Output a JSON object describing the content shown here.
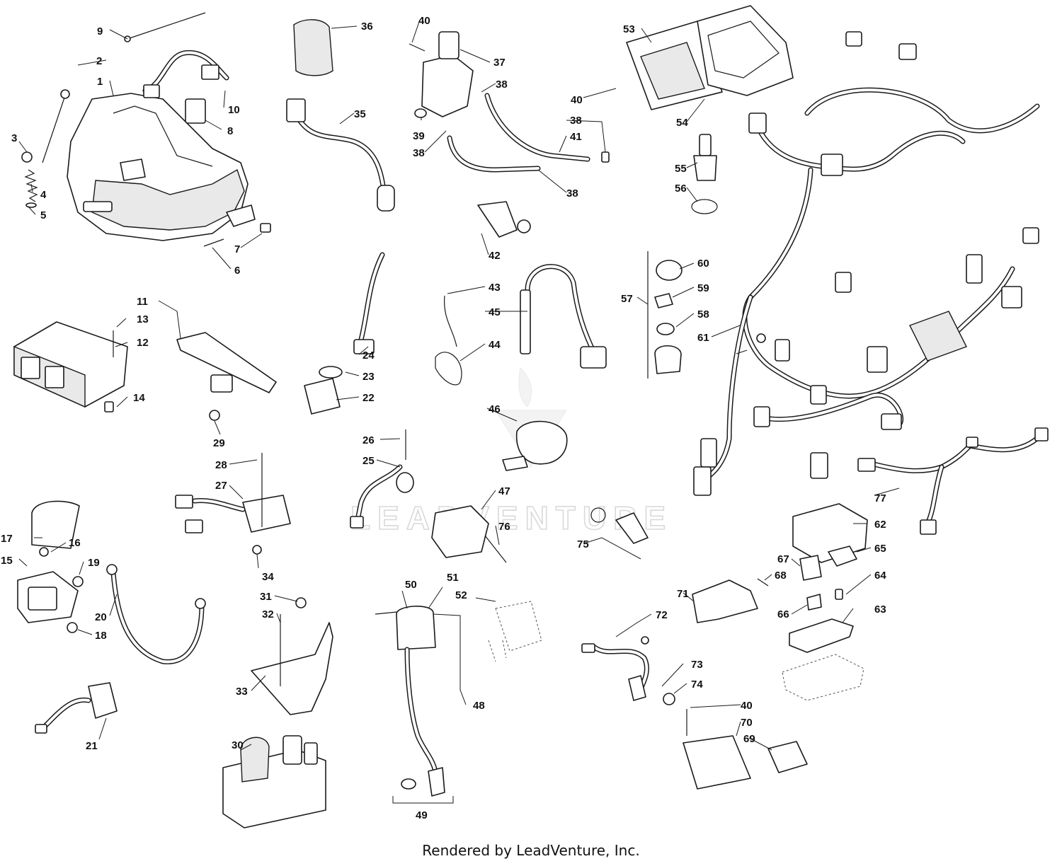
{
  "callouts": {
    "c1": "1",
    "c2": "2",
    "c3": "3",
    "c4": "4",
    "c5": "5",
    "c6": "6",
    "c7": "7",
    "c8": "8",
    "c9": "9",
    "c10": "10",
    "c11": "11",
    "c12": "12",
    "c13": "13",
    "c14": "14",
    "c15": "15",
    "c16": "16",
    "c17": "17",
    "c18": "18",
    "c19": "19",
    "c20": "20",
    "c21": "21",
    "c22": "22",
    "c23": "23",
    "c24": "24",
    "c25": "25",
    "c26": "26",
    "c27": "27",
    "c28": "28",
    "c29": "29",
    "c30": "30",
    "c31": "31",
    "c32": "32",
    "c33": "33",
    "c34": "34",
    "c35": "35",
    "c36": "36",
    "c37": "37",
    "c38": "38",
    "c39": "39",
    "c40": "40",
    "c41": "41",
    "c42": "42",
    "c43": "43",
    "c44": "44",
    "c45": "45",
    "c46": "46",
    "c47": "47",
    "c48": "48",
    "c49": "49",
    "c50": "50",
    "c51": "51",
    "c52": "52",
    "c53": "53",
    "c54": "54",
    "c55": "55",
    "c56": "56",
    "c57": "57",
    "c58": "58",
    "c59": "59",
    "c60": "60",
    "c61": "61",
    "c62": "62",
    "c63": "63",
    "c64": "64",
    "c65": "65",
    "c66": "66",
    "c67": "67",
    "c68": "68",
    "c69": "69",
    "c70": "70",
    "c71": "71",
    "c72": "72",
    "c73": "73",
    "c74": "74",
    "c75": "75",
    "c76": "76",
    "c77": "77"
  },
  "watermark": {
    "text": "LEADVENTURE"
  },
  "footer": {
    "text": "Rendered by LeadVenture, Inc."
  }
}
